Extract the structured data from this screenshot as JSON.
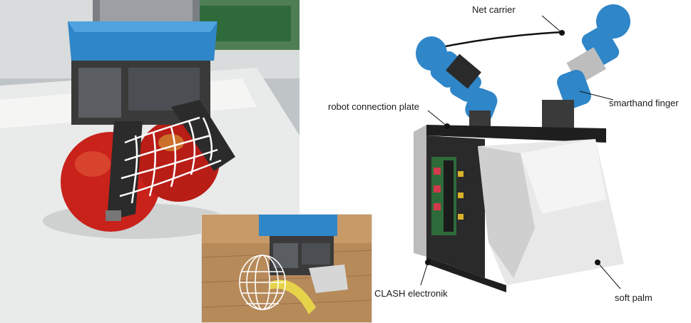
{
  "labels": {
    "net_carrier": "Net carrier",
    "robot_connection_plate": "robot connection plate",
    "smarthand_finger": "smarthand finger",
    "clash_electronik": "CLASH electronik",
    "soft_palm": "soft palm"
  },
  "colors": {
    "housing_blue": "#2f86c8",
    "apple_red": "#c8221b",
    "palm_white": "#e8e8e8",
    "body_dark": "#2a2a2a",
    "net_white": "#ffffff"
  }
}
